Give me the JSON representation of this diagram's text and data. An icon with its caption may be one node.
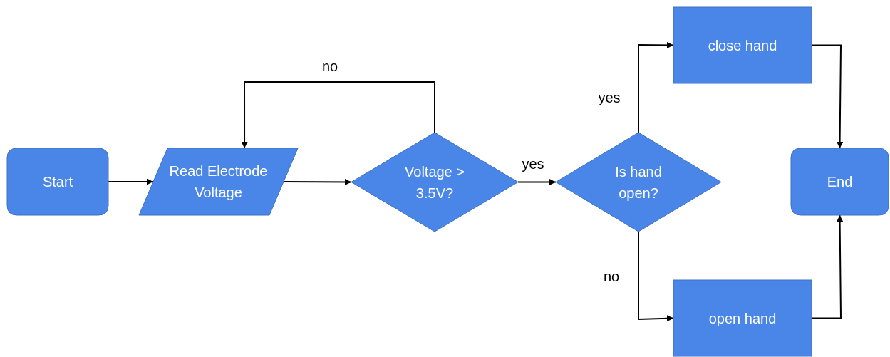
{
  "diagram": {
    "nodes": [
      {
        "text": [
          "Start"
        ]
      },
      {
        "text": [
          "Read Electrode Voltage"
        ]
      },
      {
        "text": [
          "Voltage > 3.5V?"
        ]
      },
      {
        "text": [
          "Is hand open?"
        ]
      },
      {
        "text": [
          "close hand"
        ]
      },
      {
        "text": [
          "open hand"
        ]
      },
      {
        "text": [
          "End"
        ]
      }
    ],
    "edges": [
      {
        "from": 0,
        "to": 1,
        "arrow": "to"
      },
      {
        "from": 1,
        "to": 2,
        "arrow": "to"
      },
      {
        "from": 2,
        "to": 1,
        "arrow": "to",
        "label": "no"
      },
      {
        "from": 2,
        "to": 3,
        "arrow": "to",
        "label": "yes"
      },
      {
        "from": 3,
        "to": 4,
        "arrow": "to",
        "label": "yes"
      },
      {
        "from": 3,
        "to": 5,
        "arrow": "to",
        "label": "no"
      },
      {
        "from": 4,
        "to": 6,
        "arrow": "to"
      },
      {
        "from": 5,
        "to": 6,
        "arrow": "to"
      }
    ]
  }
}
